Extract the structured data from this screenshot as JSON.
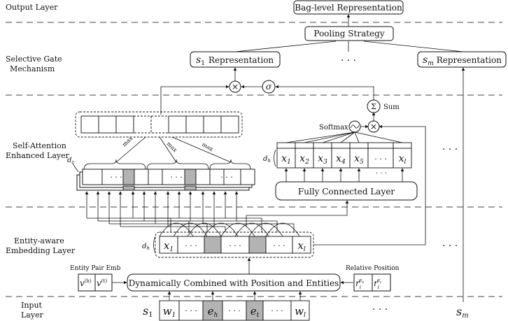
{
  "layers": {
    "output": "Output Layer",
    "gate_1": "Selective Gate",
    "gate_2": "Mechanism",
    "sa_1": "Self-Attention",
    "sa_2": "Enhanced Layer",
    "emb_1": "Entity-aware",
    "emb_2": "Embedding Layer",
    "input_1": "Input",
    "input_2": "Layer"
  },
  "nodes": {
    "bag": "Bag-level Representation",
    "pooling": "Pooling Strategy",
    "s1_sym": "s",
    "s1_sub": "1",
    "rep_word": "Representation",
    "sm_sym": "s",
    "sm_sub": "m",
    "fcl": "Fully Connected Layer",
    "dyn": "Dynamically Combined with Position and Entities",
    "softmax": "Softmax",
    "sum": "Sum",
    "sigma": "σ",
    "times": "×",
    "sigma_big": "Σ",
    "ellipsis": "· · ·",
    "entity_pair_emb": "Entity Pair Emb",
    "relative_position": "Relative Position",
    "max": "max",
    "d_c": "d",
    "d_c_sub": "c",
    "d_h": "d",
    "d_h_sub": "h"
  },
  "sequence": {
    "x": "x",
    "x_subs": [
      "1",
      "2",
      "3",
      "4",
      "5",
      "l"
    ],
    "w": "w",
    "w_subs": [
      "1",
      "l"
    ],
    "e": "e",
    "e_subs": [
      "h",
      "t"
    ],
    "v": "v",
    "v_sups": [
      "(h)",
      "(t)"
    ],
    "r": "r",
    "r_sub": "i",
    "r_sups": [
      "e",
      "e"
    ],
    "r_sup_subs": [
      "h",
      "t"
    ]
  }
}
